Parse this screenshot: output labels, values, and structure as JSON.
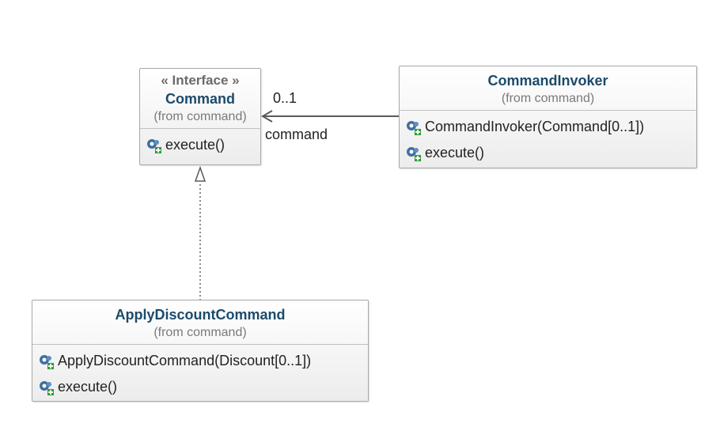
{
  "colors": {
    "name": "#1c4a6b",
    "gear": "#3f6fa0",
    "plus": "#2e9a3a",
    "border": "#a8a8a8"
  },
  "icons": {
    "operation": "public-operation-gear-icon"
  },
  "command": {
    "stereotype": "« Interface »",
    "name": "Command",
    "package": "(from command)",
    "operations": [
      "execute()"
    ]
  },
  "invoker": {
    "name": "CommandInvoker",
    "package": "(from command)",
    "operations": [
      "CommandInvoker(Command[0..1])",
      "execute()"
    ]
  },
  "apply": {
    "name": "ApplyDiscountCommand",
    "package": "(from command)",
    "operations": [
      "ApplyDiscountCommand(Discount[0..1])",
      "execute()"
    ]
  },
  "association": {
    "multiplicity": "0..1",
    "role": "command"
  }
}
